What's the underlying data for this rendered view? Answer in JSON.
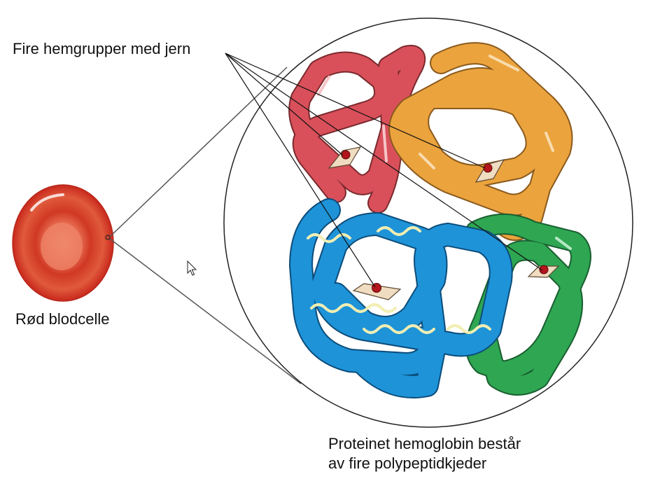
{
  "labels": {
    "heme_groups": "Fire hemgrupper med jern",
    "red_blood_cell": "Rød blodcelle",
    "protein_line1": "Proteinet hemoglobin består",
    "protein_line2": "av fire polypeptidkjeder"
  },
  "icons": {
    "cursor": "mouse-pointer-icon"
  },
  "colors": {
    "chain_red": "#d9505a",
    "chain_orange": "#eba33d",
    "chain_green": "#2ea652",
    "chain_blue": "#1e93d8",
    "helix_ribbon": "#f2eeb3",
    "heme_plate": "#f0dcc0",
    "iron": "#b3161c",
    "cell_outer": "#c8281c",
    "cell_center": "#f08468"
  }
}
